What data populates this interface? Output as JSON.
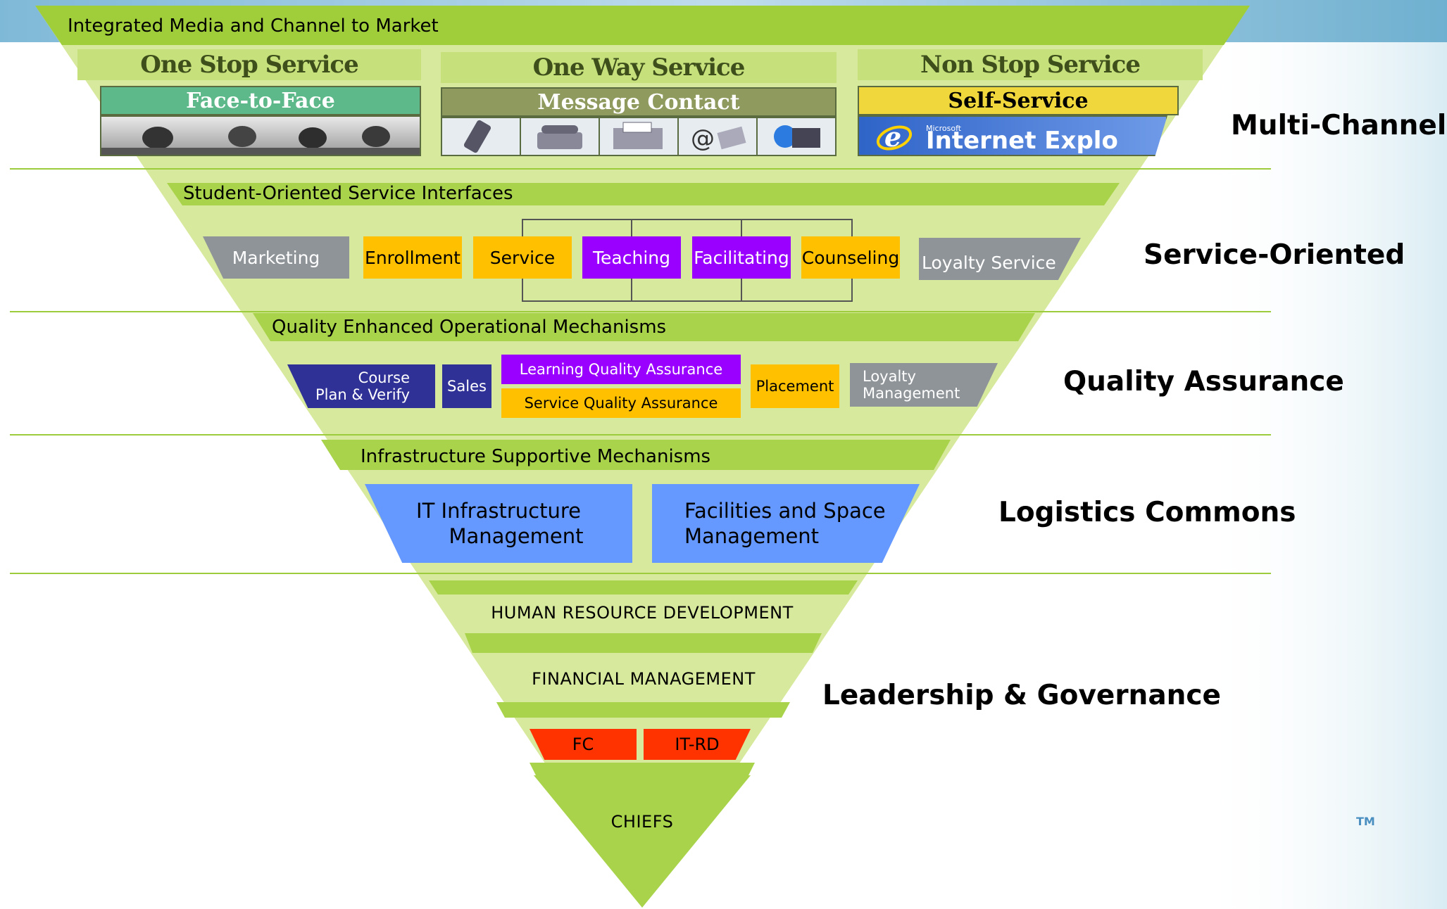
{
  "top": {
    "title": "Integrated Media and Channel to Market"
  },
  "channels": {
    "one_stop": {
      "heading": "One Stop Service",
      "sub": "Face-to-Face"
    },
    "one_way": {
      "heading": "One Way Service",
      "sub": "Message Contact"
    },
    "non_stop": {
      "heading": "Non Stop Service",
      "sub": "Self-Service",
      "ie_vendor": "Microsoft",
      "ie_product": "Internet Explo"
    }
  },
  "layers": {
    "channels_label": "Multi-Channels",
    "service": {
      "title": "Student-Oriented Service Interfaces",
      "label": "Service-Oriented",
      "items": [
        "Marketing",
        "Enrollment",
        "Service",
        "Teaching",
        "Facilitating",
        "Counseling",
        "Loyalty Service"
      ]
    },
    "quality": {
      "title": "Quality Enhanced Operational Mechanisms",
      "label": "Quality Assurance",
      "course_line1": "Course",
      "course_line2": "Plan & Verify",
      "sales": "Sales",
      "learning_qa": "Learning Quality Assurance",
      "service_qa": "Service Quality Assurance",
      "placement": "Placement",
      "loyalty_line1": "Loyalty",
      "loyalty_line2": "Management"
    },
    "infrastructure": {
      "title": "Infrastructure Supportive Mechanisms",
      "label": "Logistics Commons",
      "it_line1": "IT Infrastructure",
      "it_line2": "Management",
      "fac_line1": "Facilities and Space",
      "fac_line2": "Management"
    },
    "governance": {
      "label": "Leadership & Governance",
      "hr": "HUMAN RESOURCE DEVELOPMENT",
      "finance": "FINANCIAL MANAGEMENT",
      "fc": "FC",
      "itrd": "IT-RD",
      "chiefs": "CHIEFS"
    }
  },
  "footer": {
    "tm": "TM"
  }
}
